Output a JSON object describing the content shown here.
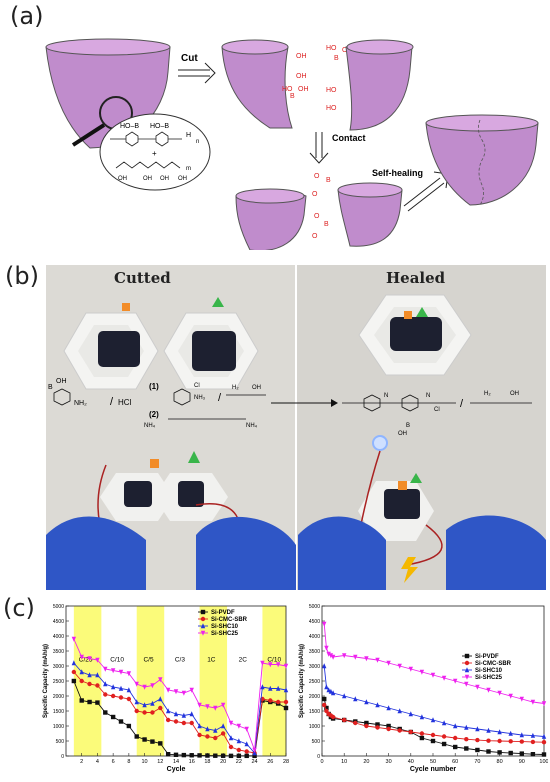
{
  "panels": {
    "a": {
      "label": "(a)",
      "cut": "Cut",
      "contact": "Contact",
      "self_healing": "Self-healing",
      "bond_groups": {
        "oh": "OH",
        "ho": "HO",
        "b": "B",
        "o": "O"
      },
      "polymer_inset": {
        "boronic": "HO–B",
        "plus": "+",
        "n_sub": "n",
        "m_sub": "m",
        "nh": "H",
        "oh": "OH"
      }
    },
    "b": {
      "label": "(b)",
      "title_left": "Cutted",
      "title_right": "Healed",
      "reagent_hcl": "HCl",
      "step1": "(1)",
      "step2": "(2)",
      "nh2": "NH₂",
      "nh3": "NH₃",
      "nh4": "NH₄",
      "cl": "Cl",
      "h2": "H₂",
      "oh": "OH",
      "b": "B",
      "n": "N",
      "slash": "/"
    },
    "c": {
      "label": "(c)"
    }
  },
  "chart_data": [
    {
      "type": "line",
      "xlabel": "Cycle",
      "ylabel": "Specific Capacity (mAh/g)",
      "xlim": [
        0,
        28
      ],
      "ylim": [
        0,
        5000
      ],
      "x_ticks": [
        2,
        4,
        6,
        8,
        10,
        12,
        14,
        16,
        18,
        20,
        22,
        24,
        26,
        28
      ],
      "y_ticks": [
        0,
        500,
        1000,
        1500,
        2000,
        2500,
        3000,
        3500,
        4000,
        4500,
        5000
      ],
      "rate_labels": [
        {
          "label": "C/25",
          "x": 2.5
        },
        {
          "label": "C/10",
          "x": 6.5
        },
        {
          "label": "C/5",
          "x": 10.5
        },
        {
          "label": "C/3",
          "x": 14.5
        },
        {
          "label": "1C",
          "x": 18.5
        },
        {
          "label": "2C",
          "x": 22.5
        },
        {
          "label": "C/10",
          "x": 26.5
        }
      ],
      "highlight_ranges": [
        [
          1,
          4.5
        ],
        [
          9,
          12.5
        ],
        [
          17,
          20.5
        ],
        [
          25,
          28
        ]
      ],
      "legend_position": "top-right",
      "x": [
        1,
        2,
        3,
        4,
        5,
        6,
        7,
        8,
        9,
        10,
        11,
        12,
        13,
        14,
        15,
        16,
        17,
        18,
        19,
        20,
        21,
        22,
        23,
        24,
        25,
        26,
        27,
        28
      ],
      "series": [
        {
          "name": "Si-PVDF",
          "color": "#111111",
          "marker": "square",
          "values": [
            2500,
            1850,
            1800,
            1780,
            1450,
            1300,
            1150,
            1000,
            650,
            550,
            480,
            420,
            60,
            40,
            30,
            25,
            20,
            15,
            10,
            8,
            5,
            5,
            5,
            5,
            1850,
            1800,
            1750,
            1600
          ]
        },
        {
          "name": "Si-CMC-SBR",
          "color": "#e02020",
          "marker": "circle",
          "values": [
            2800,
            2500,
            2400,
            2350,
            2050,
            2000,
            1950,
            1900,
            1500,
            1450,
            1450,
            1600,
            1200,
            1150,
            1100,
            1100,
            700,
            650,
            600,
            750,
            300,
            200,
            150,
            100,
            1900,
            1850,
            1800,
            1800
          ]
        },
        {
          "name": "Si-SHC10",
          "color": "#2233dd",
          "marker": "triangle",
          "values": [
            3100,
            2800,
            2700,
            2700,
            2400,
            2300,
            2250,
            2200,
            1800,
            1700,
            1750,
            1900,
            1500,
            1400,
            1350,
            1400,
            1000,
            900,
            850,
            1000,
            600,
            500,
            400,
            100,
            2300,
            2250,
            2250,
            2200
          ]
        },
        {
          "name": "Si-SHC25",
          "color": "#ee22ee",
          "marker": "triangle-down",
          "values": [
            3900,
            3300,
            3250,
            3200,
            2900,
            2850,
            2800,
            2750,
            2400,
            2300,
            2350,
            2550,
            2200,
            2150,
            2100,
            2200,
            1700,
            1650,
            1600,
            1700,
            1100,
            1000,
            900,
            200,
            3100,
            3050,
            3050,
            3000
          ]
        }
      ]
    },
    {
      "type": "line",
      "xlabel": "Cycle number",
      "ylabel": "Specific Capacity (mAh/g)",
      "xlim": [
        0,
        100
      ],
      "ylim": [
        0,
        5000
      ],
      "x_ticks": [
        0,
        10,
        20,
        30,
        40,
        50,
        60,
        70,
        80,
        90,
        100
      ],
      "y_ticks": [
        0,
        500,
        1000,
        1500,
        2000,
        2500,
        3000,
        3500,
        4000,
        4500,
        5000
      ],
      "legend_position": "top-right",
      "x": [
        1,
        2,
        3,
        4,
        5,
        10,
        15,
        20,
        25,
        30,
        35,
        40,
        45,
        50,
        55,
        60,
        65,
        70,
        75,
        80,
        85,
        90,
        95,
        100
      ],
      "series": [
        {
          "name": "Si-PVDF",
          "color": "#111111",
          "marker": "square",
          "values": [
            1900,
            1600,
            1400,
            1300,
            1250,
            1200,
            1150,
            1100,
            1050,
            1000,
            900,
            800,
            600,
            500,
            400,
            300,
            250,
            200,
            150,
            120,
            100,
            80,
            60,
            50
          ]
        },
        {
          "name": "Si-CMC-SBR",
          "color": "#e02020",
          "marker": "circle",
          "values": [
            1700,
            1500,
            1400,
            1350,
            1300,
            1200,
            1100,
            1000,
            950,
            900,
            850,
            800,
            750,
            700,
            650,
            600,
            560,
            530,
            510,
            500,
            490,
            480,
            470,
            460
          ]
        },
        {
          "name": "Si-SHC10",
          "color": "#2233dd",
          "marker": "triangle",
          "values": [
            3000,
            2300,
            2200,
            2150,
            2100,
            2000,
            1900,
            1800,
            1700,
            1600,
            1500,
            1400,
            1300,
            1200,
            1100,
            1000,
            950,
            900,
            850,
            800,
            750,
            700,
            680,
            650
          ]
        },
        {
          "name": "Si-SHC25",
          "color": "#ee22ee",
          "marker": "triangle-down",
          "values": [
            4400,
            3600,
            3400,
            3350,
            3300,
            3350,
            3300,
            3250,
            3200,
            3100,
            3000,
            2900,
            2800,
            2700,
            2600,
            2500,
            2400,
            2300,
            2200,
            2100,
            2000,
            1900,
            1800,
            1750
          ]
        }
      ]
    }
  ]
}
